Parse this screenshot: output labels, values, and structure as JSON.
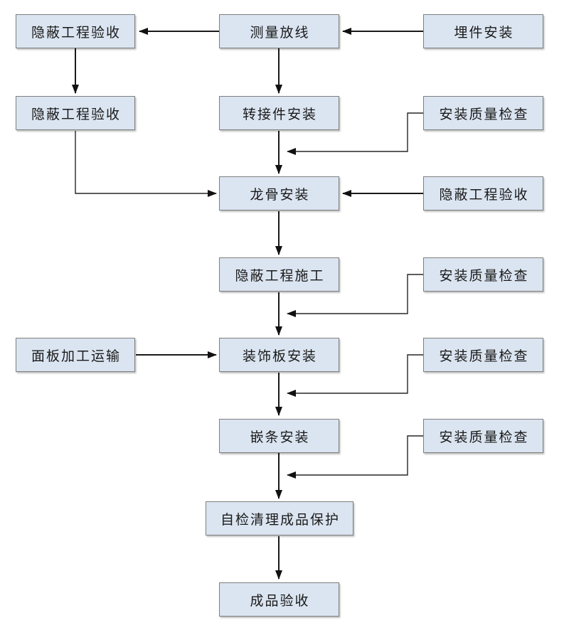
{
  "diagram": {
    "type": "flowchart",
    "nodes": [
      {
        "id": "n1",
        "label": "隐蔽工程验收"
      },
      {
        "id": "n2",
        "label": "测量放线"
      },
      {
        "id": "n3",
        "label": "埋件安装"
      },
      {
        "id": "n4",
        "label": "隐蔽工程验收"
      },
      {
        "id": "n5",
        "label": "转接件安装"
      },
      {
        "id": "n6",
        "label": "安装质量检查"
      },
      {
        "id": "n7",
        "label": "龙骨安装"
      },
      {
        "id": "n8",
        "label": "隐蔽工程验收"
      },
      {
        "id": "n9",
        "label": "隐蔽工程施工"
      },
      {
        "id": "n10",
        "label": "安装质量检查"
      },
      {
        "id": "n11",
        "label": "面板加工运输"
      },
      {
        "id": "n12",
        "label": "装饰板安装"
      },
      {
        "id": "n13",
        "label": "安装质量检查"
      },
      {
        "id": "n14",
        "label": "嵌条安装"
      },
      {
        "id": "n15",
        "label": "安装质量检查"
      },
      {
        "id": "n16",
        "label": "自检清理成品保护"
      },
      {
        "id": "n17",
        "label": "成品验收"
      }
    ],
    "edges": [
      {
        "from": "n2",
        "to": "n1",
        "style": "straight"
      },
      {
        "from": "n3",
        "to": "n2",
        "style": "straight"
      },
      {
        "from": "n1",
        "to": "n4",
        "style": "straight"
      },
      {
        "from": "n2",
        "to": "n5",
        "style": "straight"
      },
      {
        "from": "n5",
        "to": "n7",
        "style": "straight"
      },
      {
        "from": "n6",
        "to": "n7",
        "style": "elbow-join"
      },
      {
        "from": "n4",
        "to": "n7",
        "style": "elbow"
      },
      {
        "from": "n8",
        "to": "n7",
        "style": "straight"
      },
      {
        "from": "n7",
        "to": "n9",
        "style": "straight"
      },
      {
        "from": "n9",
        "to": "n12",
        "style": "straight"
      },
      {
        "from": "n10",
        "to": "n12",
        "style": "elbow-join"
      },
      {
        "from": "n11",
        "to": "n12",
        "style": "straight"
      },
      {
        "from": "n12",
        "to": "n14",
        "style": "straight"
      },
      {
        "from": "n13",
        "to": "n14",
        "style": "elbow-join"
      },
      {
        "from": "n14",
        "to": "n16",
        "style": "straight"
      },
      {
        "from": "n15",
        "to": "n16",
        "style": "elbow-join"
      },
      {
        "from": "n16",
        "to": "n17",
        "style": "straight"
      }
    ],
    "colors": {
      "node_fill": "#dbe5f1",
      "node_border": "#7f7f7f",
      "arrow": "#1a1a1a",
      "text": "#1a1a1a",
      "background": "#ffffff"
    }
  }
}
